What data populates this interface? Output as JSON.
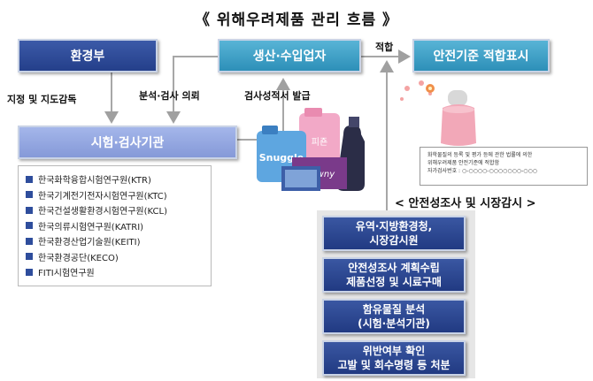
{
  "title": "《 위해우려제품 관리 흐름 》",
  "boxes": {
    "ministry": "환경부",
    "producer": "생산·수입업자",
    "safety_label": "안전기준 적합표시",
    "testing": "시험·검사기관"
  },
  "edge_labels": {
    "designation": "지정 및 지도감독",
    "request": "분석·검사 의뢰",
    "certificate": "검사성적서 발급",
    "conform": "적합"
  },
  "institutions": [
    "한국화학융합시험연구원(KTR)",
    "한국기계전기전자시험연구원(KTC)",
    "한국건설생활환경시험연구원(KCL)",
    "한국의류시험연구원(KATRI)",
    "한국환경산업기술원(KEITI)",
    "한국환경공단(KECO)",
    "FITI시험연구원"
  ],
  "label_card": {
    "line1": "화학물질의 등록 및 평가 등에 관한 법률에 의한",
    "line2": "위해우려제품 안전기준에 적합함",
    "line3": "자가검사번호 : ○-○○○○-○○○○○○○-○○○"
  },
  "survey": {
    "title": "< 안전성조사 및 시장감시 >",
    "steps": [
      [
        "유역·지방환경청,",
        "시장감시원"
      ],
      [
        "안전성조사 계획수립",
        "제품선정 및 시료구매"
      ],
      [
        "함유물질 분석",
        "(시험·분석기관)"
      ],
      [
        "위반여부 확인",
        "고발 및 회수명령 등 처분"
      ]
    ]
  },
  "product_labels": {
    "snuggle": "Snuggle",
    "downy": "Downy",
    "pink": "피죤"
  }
}
